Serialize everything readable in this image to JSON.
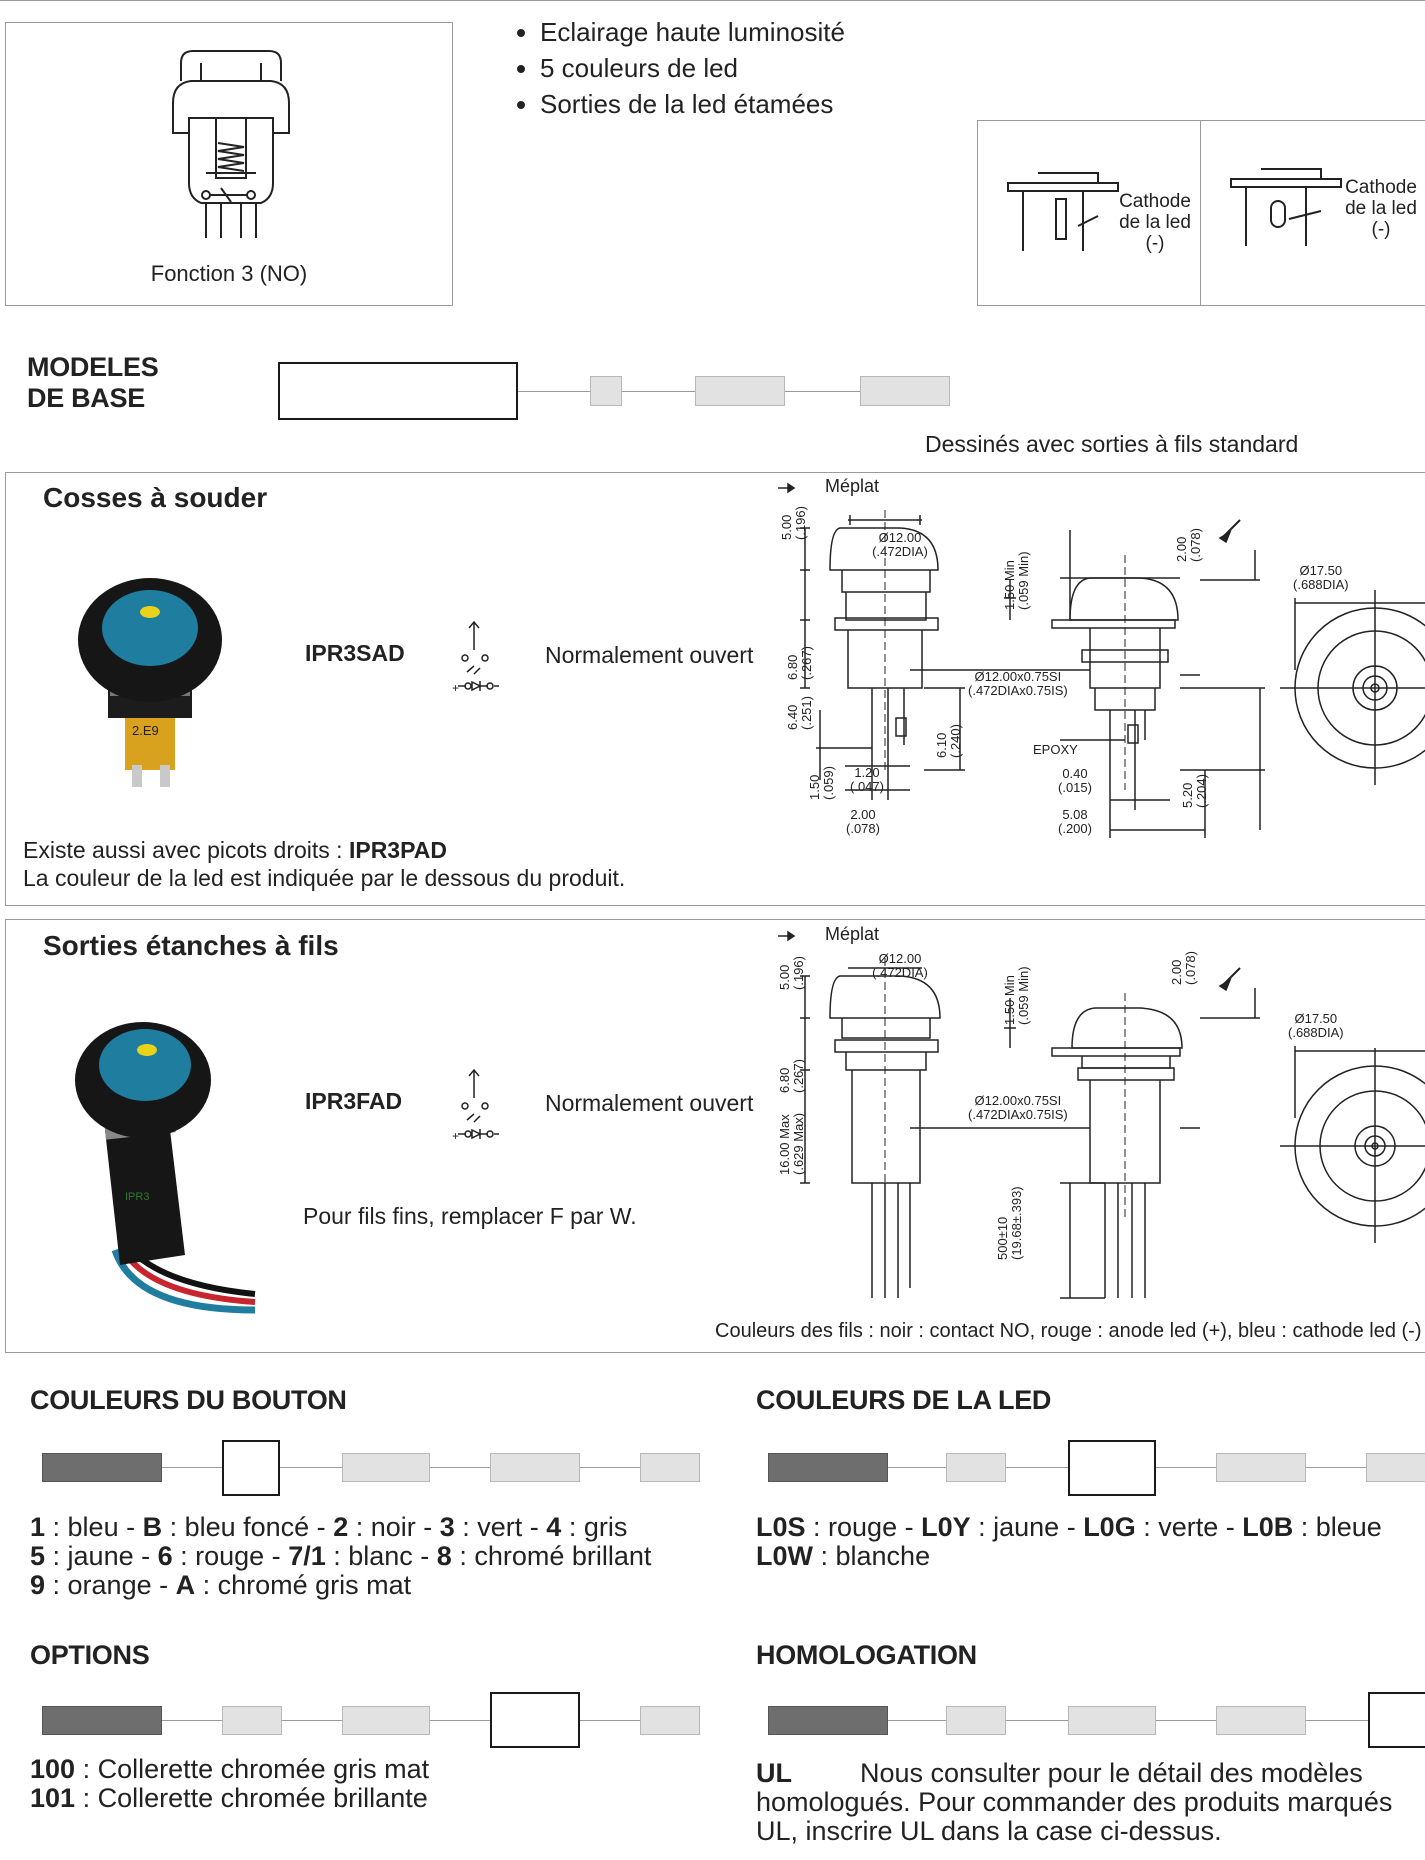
{
  "top": {
    "function_label": "Fonction 3 (NO)",
    "bullets": [
      "Eclairage haute luminosité",
      "5 couleurs de led",
      "Sorties de la led étamées"
    ],
    "cathode_label_1": [
      "Cathode",
      "de la led",
      "(-)"
    ],
    "cathode_label_2": [
      "Cathode",
      "de la led",
      "(-)"
    ]
  },
  "base_models": {
    "title_line1": "MODELES",
    "title_line2": "DE BASE",
    "caption": "Dessinés avec sorties à fils standard"
  },
  "solder": {
    "title": "Cosses à souder",
    "part": "IPR3SAD",
    "function": "Normalement ouvert",
    "note_prefix": "Existe aussi avec picots droits : ",
    "note_part": "IPR3PAD",
    "note_line2": "La couleur de la led est indiquée par le dessous du produit.",
    "meplat": "Méplat",
    "epoxy": "EPOXY",
    "dims": {
      "d1200": "Ø12.00",
      "d1200b": "(.472DIA)",
      "d500": "5.00",
      "d500b": "(.196)",
      "d680": "6.80",
      "d680b": "(.267)",
      "d640": "6.40",
      "d640b": "(.251)",
      "d150": "1.50",
      "d150b": "(.059)",
      "d120": "1.20",
      "d120b": "(.047)",
      "d200": "2.00",
      "d200b": "(.078)",
      "d610": "6.10",
      "d610b": "(.240)",
      "d150min": "1.50 Min",
      "d150minb": "(.059 Min)",
      "thread": "Ø12.00x0.75SI",
      "threadb": "(.472DIAx0.75IS)",
      "d040": "0.40",
      "d040b": "(.015)",
      "d508": "5.08",
      "d508b": "(.200)",
      "d520": "5.20",
      "d520b": "(.204)",
      "d200r": "2.00",
      "d200rb": "(.078)",
      "d1750": "Ø17.50",
      "d1750b": "(.688DIA)"
    }
  },
  "wires": {
    "title": "Sorties étanches à fils",
    "part": "IPR3FAD",
    "function": "Normalement ouvert",
    "note": "Pour fils fins, remplacer F par W.",
    "meplat": "Méplat",
    "colors_note": "Couleurs des fils : noir : contact NO, rouge : anode led (+), bleu : cathode led (-)",
    "dims": {
      "d1200": "Ø12.00",
      "d1200b": "(.472DIA)",
      "d500": "5.00",
      "d500b": "(.196)",
      "d680": "6.80",
      "d680b": "(.267)",
      "d1600": "16.00 Max",
      "d1600b": "(.629 Max)",
      "d150min": "1.50 Min",
      "d150minb": "(.059 Min)",
      "thread": "Ø12.00x0.75SI",
      "threadb": "(.472DIAx0.75IS)",
      "d500w": "500±10",
      "d500wb": "(19.68±.393)",
      "d200r": "2.00",
      "d200rb": "(.078)",
      "d1750": "Ø17.50",
      "d1750b": "(.688DIA)"
    }
  },
  "button_colors": {
    "title": "COULEURS DU BOUTON",
    "line1": [
      [
        "1",
        " : bleu - "
      ],
      [
        "B",
        " : bleu foncé - "
      ],
      [
        "2",
        " : noir - "
      ],
      [
        "3",
        " : vert - "
      ],
      [
        "4",
        " : gris"
      ]
    ],
    "line2": [
      [
        "5",
        " : jaune - "
      ],
      [
        "6",
        " : rouge - "
      ],
      [
        "7/1",
        " : blanc - "
      ],
      [
        "8",
        " : chromé brillant"
      ]
    ],
    "line3": [
      [
        "9",
        " : orange - "
      ],
      [
        "A",
        " : chromé gris mat"
      ]
    ]
  },
  "led_colors": {
    "title": "COULEURS DE LA LED",
    "line1": [
      [
        "L0S",
        " : rouge - "
      ],
      [
        "L0Y",
        " : jaune - "
      ],
      [
        "L0G",
        " : verte - "
      ],
      [
        "L0B",
        " : bleue"
      ]
    ],
    "line2": [
      [
        "L0W",
        " : blanche"
      ]
    ]
  },
  "options": {
    "title": "OPTIONS",
    "line1": [
      [
        "100",
        " : Collerette chromée gris mat"
      ]
    ],
    "line2": [
      [
        "101",
        " : Collerette chromée brillante"
      ]
    ]
  },
  "homologation": {
    "title": "HOMOLOGATION",
    "code": "UL",
    "text1": "Nous consulter pour le détail des modèles",
    "text2": "homologués. Pour commander des produits marqués",
    "text3": "UL, inscrire UL dans la case ci-dessus."
  },
  "colors": {
    "line": "#9a9a9a",
    "segment_dark": "#6e6e6e",
    "segment_light": "#e2e2e2",
    "button_blue": "#1f7da0",
    "led_yellow": "#e8d21a"
  }
}
